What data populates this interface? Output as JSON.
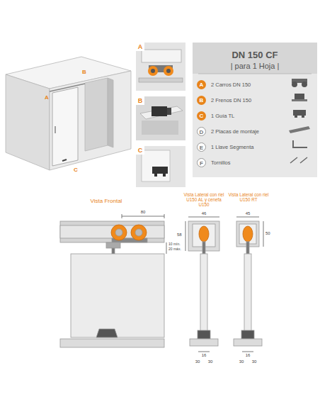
{
  "diagram": {
    "nodes": [
      {
        "text": [
          "DN 150 CF",
          "| para 1 Hoja |"
        ]
      },
      {
        "text": [
          "A",
          "2 Carros DN 150"
        ],
        "in": 0
      },
      {
        "text": [
          "B",
          "2 Frenos DN 150"
        ],
        "in": 0
      },
      {
        "text": [
          "C",
          "1 Guía TL"
        ],
        "in": 0
      },
      {
        "text": [
          "D",
          "2 Placas de montaje"
        ],
        "in": 0
      },
      {
        "text": [
          "E",
          "1 Llave Segmenta"
        ],
        "in": 0
      },
      {
        "text": [
          "F",
          "Tornillos"
        ],
        "in": 0
      },
      {
        "text": [
          "A"
        ]
      },
      {
        "text": [
          "B"
        ]
      },
      {
        "text": [
          "C"
        ]
      }
    ],
    "labels": [
      "A",
      "B",
      "C",
      "Vista Frontal",
      "Vista Lateral con riel U150 AL y cenefa U150",
      "Vista Lateral con riel U150 RT",
      "80",
      "10 mín.",
      "20 máx.",
      "46",
      "58",
      "16",
      "30",
      "30",
      "45",
      "50",
      "16",
      "30",
      "30"
    ]
  }
}
